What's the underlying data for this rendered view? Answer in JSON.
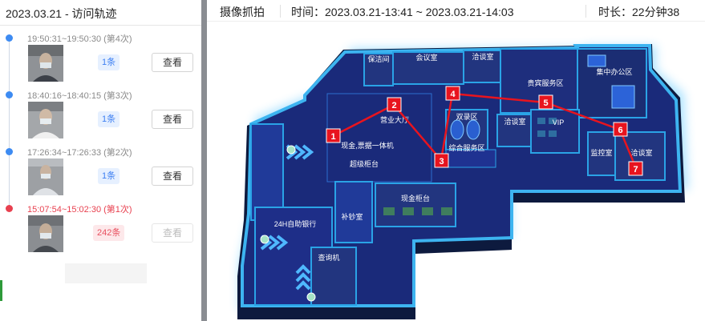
{
  "left_panel": {
    "title": "2023.03.21 - 访问轨迹",
    "visits": [
      {
        "time": "19:50:31~19:50:30 (第4次)",
        "count": "1条",
        "button": "查看",
        "status": "normal"
      },
      {
        "time": "18:40:16~18:40:15 (第3次)",
        "count": "1条",
        "button": "查看",
        "status": "normal"
      },
      {
        "time": "17:26:34~17:26:33 (第2次)",
        "count": "1条",
        "button": "查看",
        "status": "normal"
      },
      {
        "time": "15:07:54~15:02:30 (第1次)",
        "count": "242条",
        "button": "查看",
        "status": "highlight"
      }
    ]
  },
  "header": {
    "capture_label": "摄像抓拍",
    "time_range": "时间：2023.03.21-13:41 ~ 2023.03.21-14:03",
    "duration": "时长：22分钟38"
  },
  "map": {
    "room_labels": {
      "cleaning": "保洁间",
      "meeting": "会议室",
      "negotiation_top": "洽谈室",
      "vip_service": "贵宾服务区",
      "office": "集中办公区",
      "business_hall": "营业大厅",
      "double_record": "双录区",
      "negotiation_mid": "洽谈室",
      "vip": "VIP",
      "cash_machine": "现金,票据一体机",
      "comprehensive": "综合服务区",
      "monitor": "监控室",
      "negotiation_right": "洽谈室",
      "super_counter": "超级柜台",
      "cash_counter": "现金柜台",
      "self_bank": "24H自助银行",
      "cash_room": "补钞室",
      "query": "查询机"
    },
    "markers": [
      "1",
      "2",
      "3",
      "4",
      "5",
      "6",
      "7"
    ]
  },
  "colors": {
    "accent_blue": "#3d8bf2",
    "alert_red": "#e8404f",
    "route_red": "#e8141e",
    "floor_dark": "#1a2a7a",
    "wall_cyan": "#2a9be0"
  }
}
